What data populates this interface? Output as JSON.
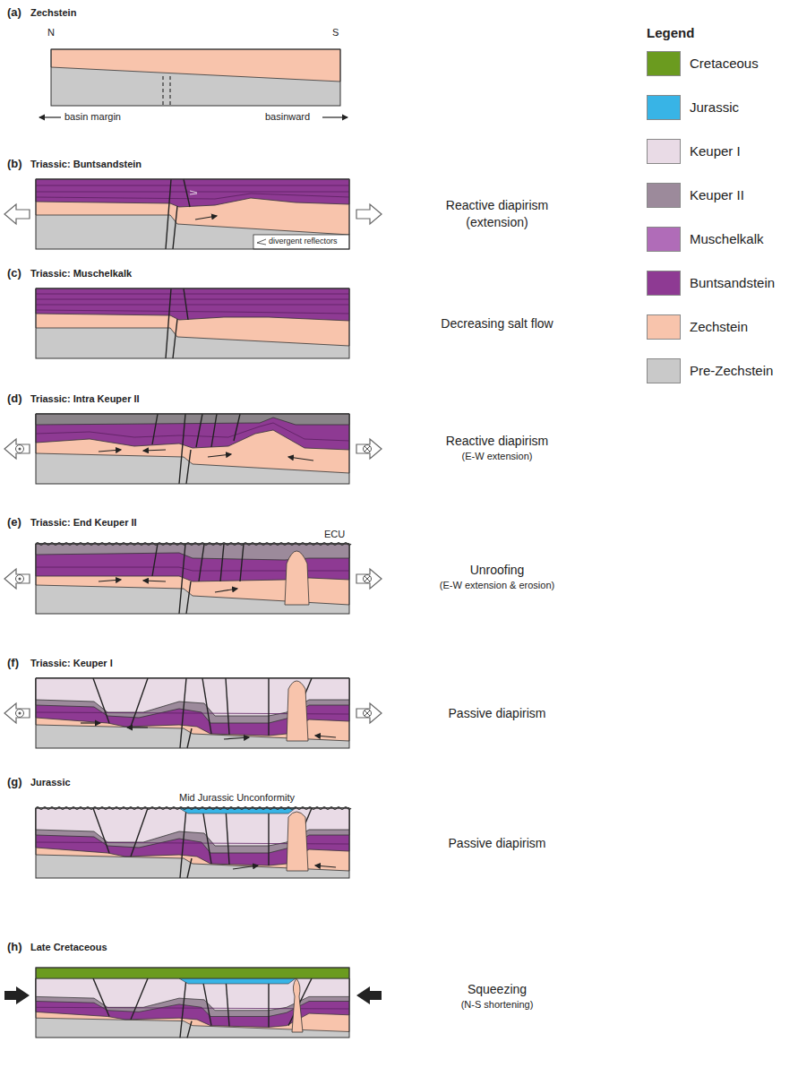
{
  "diagram": {
    "labels": [
      "(a)",
      "Zechstein",
      "N",
      "S",
      "basin margin",
      "basinward",
      "(b)",
      "Triassic: Buntsandstein",
      "divergent reflectors",
      "Reactive diapirism",
      "(extension)",
      "(c)",
      "Triassic: Muschelkalk",
      "Decreasing salt flow",
      "(d)",
      "Triassic: Intra Keuper II",
      "Reactive diapirism",
      "(E-W extension)",
      "(e)",
      "Triassic: End Keuper II",
      "ECU",
      "Unroofing",
      "(E-W extension & erosion)",
      "(f)",
      "Triassic: Keuper I",
      "Passive diapirism",
      "(g)",
      "Jurassic",
      "Mid Jurassic Unconformity",
      "Passive diapirism",
      "(h)",
      "Late Cretaceous",
      "Squeezing",
      "(N-S shortening)",
      "Legend"
    ],
    "legend": [
      {
        "text": "Cretaceous",
        "color": "#6b9b1f"
      },
      {
        "text": "Jurassic",
        "color": "#38b4e6"
      },
      {
        "text": "Keuper I",
        "color": "#e9dbe6"
      },
      {
        "text": "Keuper II",
        "color": "#9c8a9b"
      },
      {
        "text": "Muschelkalk",
        "color": "#b06cb8"
      },
      {
        "text": "Buntsandstein",
        "color": "#8e3a93"
      },
      {
        "text": "Zechstein",
        "color": "#f8c4ac"
      },
      {
        "text": "Pre-Zechstein",
        "color": "#c9c9c9"
      }
    ]
  }
}
